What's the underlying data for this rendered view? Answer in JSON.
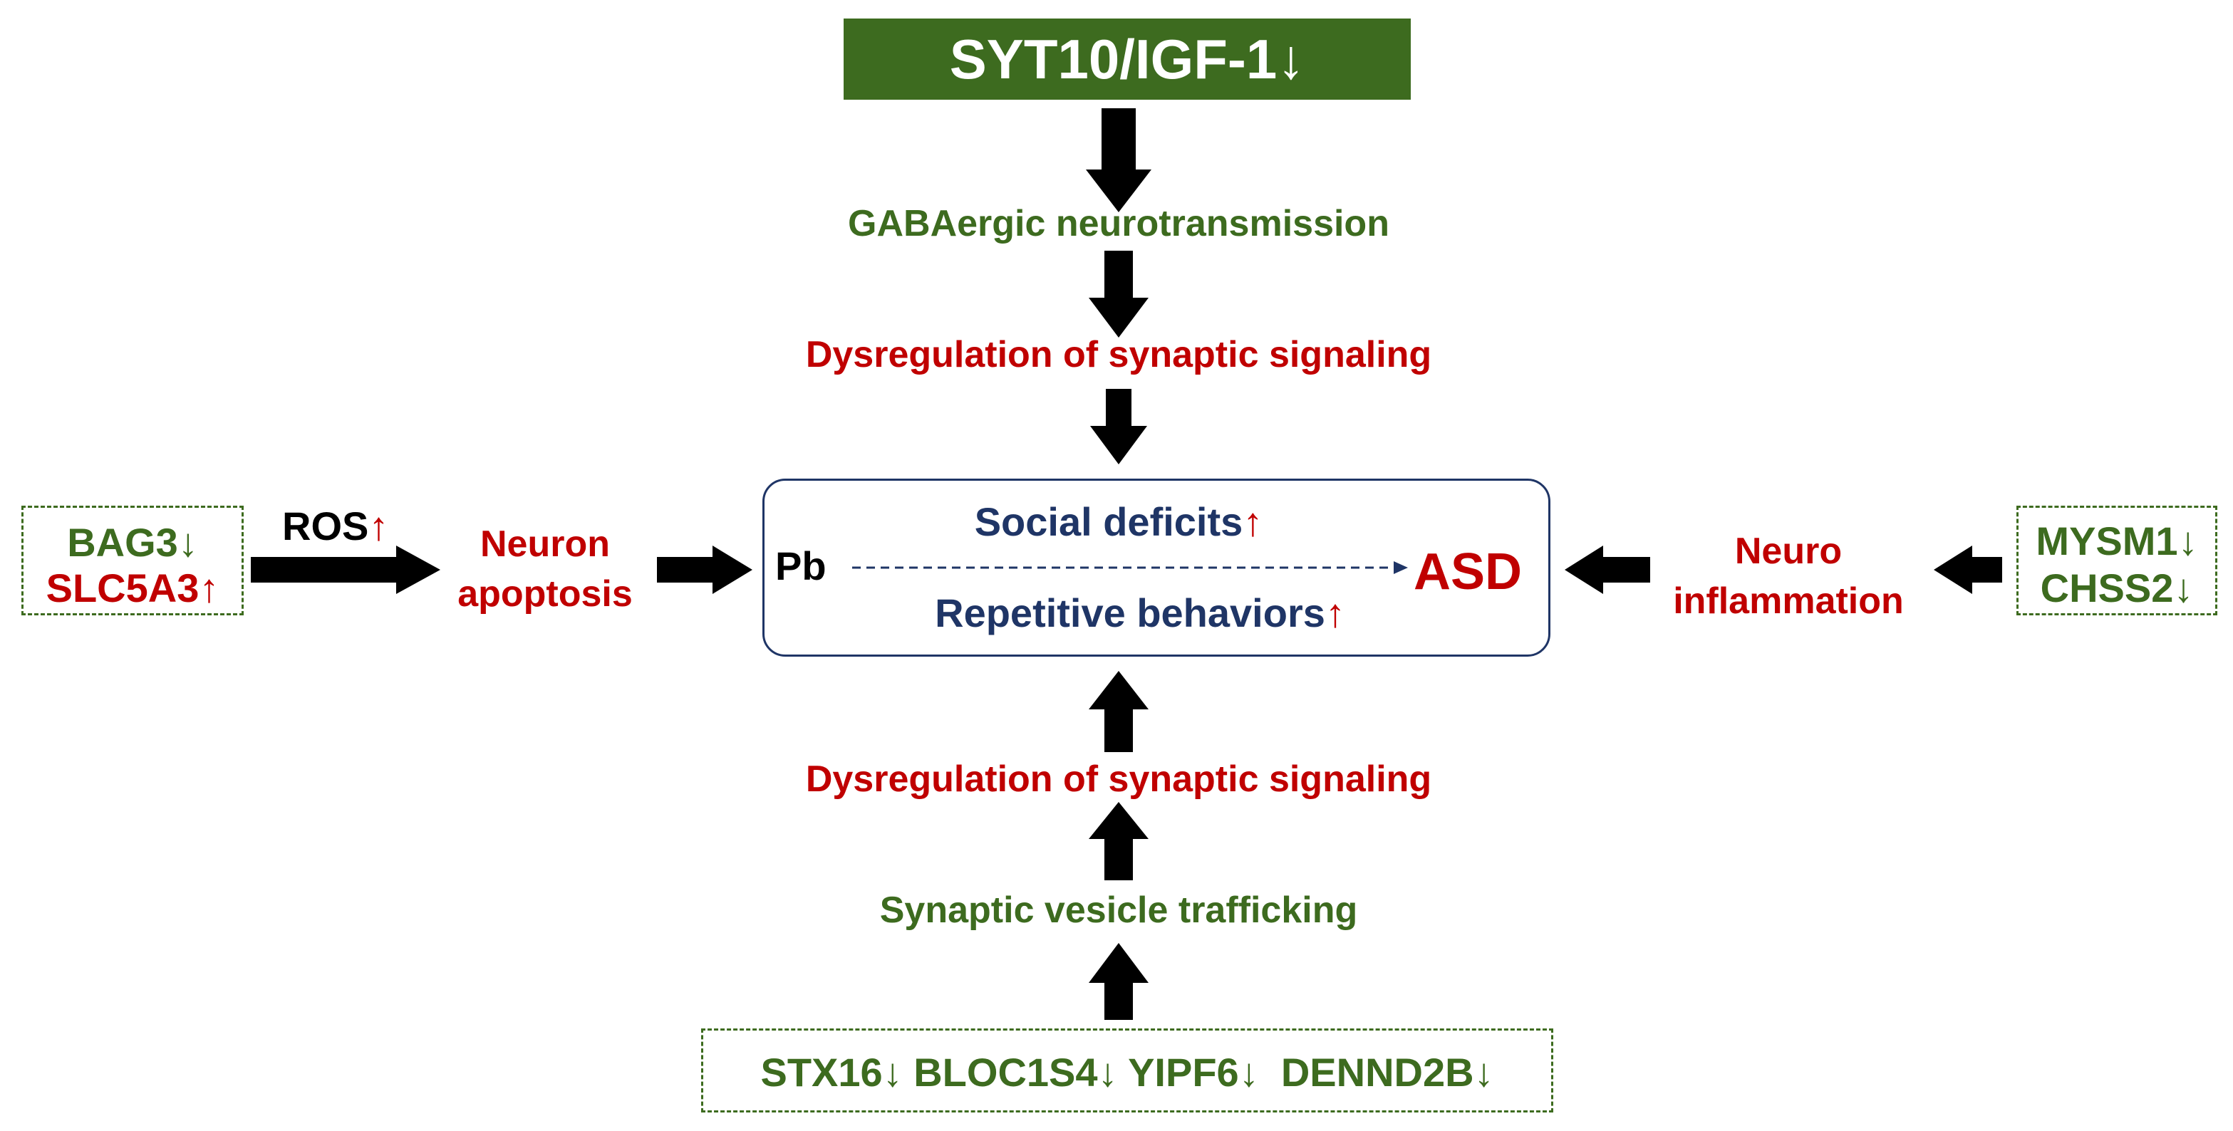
{
  "top_box": {
    "gene": "SYT10/IGF-1",
    "arrow": "↓"
  },
  "top_chain": {
    "step1": "GABAergic neurotransmission",
    "step2": "Dysregulation of synaptic signaling"
  },
  "center": {
    "pb": "Pb",
    "social_deficits": "Social deficits",
    "repetitive_behaviors": "Repetitive behaviors",
    "up_arrow": "↑",
    "asd": "ASD"
  },
  "left": {
    "genes": [
      {
        "name": "BAG3",
        "arrow": "↓"
      },
      {
        "name": "SLC5A3",
        "arrow": "↑"
      }
    ],
    "ros": "ROS",
    "ros_arrow": "↑",
    "neuron_line1": "Neuron",
    "neuron_line2": "apoptosis"
  },
  "right": {
    "genes": [
      {
        "name": "MYSM1",
        "arrow": "↓"
      },
      {
        "name": "CHSS2",
        "arrow": "↓"
      }
    ],
    "neuro_line1": "Neuro",
    "neuro_line2": "inflammation"
  },
  "bottom_chain": {
    "step1": "Dysregulation of synaptic signaling",
    "step2": "Synaptic vesicle trafficking"
  },
  "bottom_genes": [
    {
      "name": "STX16",
      "arrow": "↓"
    },
    {
      "name": "BLOC1S4",
      "arrow": "↓"
    },
    {
      "name": "YIPF6",
      "arrow": "↓"
    },
    {
      "name": "DENND2B",
      "arrow": "↓"
    }
  ],
  "colors": {
    "green": "#3d6b1f",
    "red": "#c00000",
    "navy": "#1f3566",
    "black": "#000000"
  }
}
